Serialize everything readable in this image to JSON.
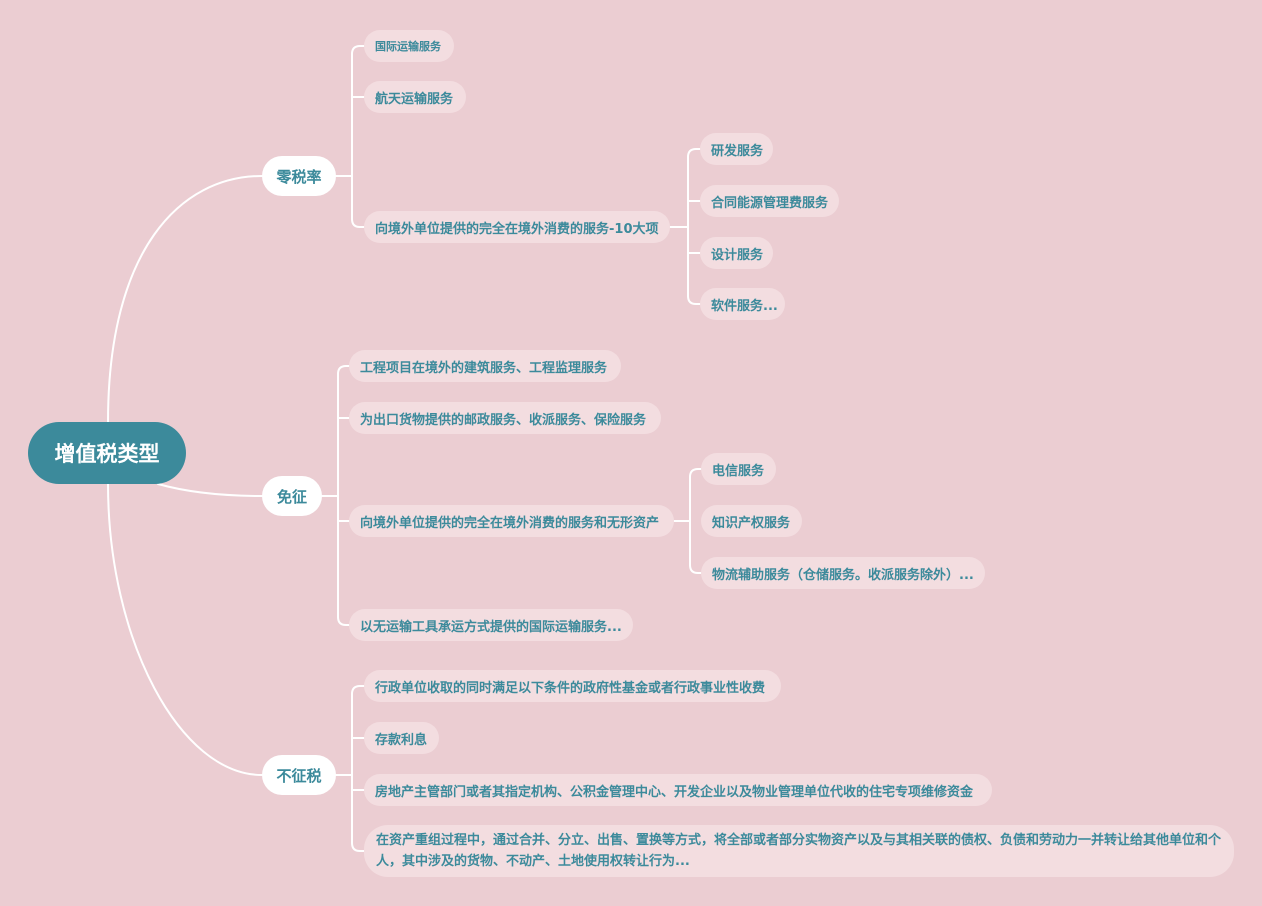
{
  "root": {
    "label": "增值税类型"
  },
  "branches": [
    {
      "label": "零税率",
      "children": [
        {
          "label": "国际运输服务"
        },
        {
          "label": "航天运输服务"
        },
        {
          "label": "向境外单位提供的完全在境外消费的服务-10大项",
          "children": [
            {
              "label": "研发服务"
            },
            {
              "label": "合同能源管理费服务"
            },
            {
              "label": "设计服务"
            },
            {
              "label": "软件服务..."
            }
          ]
        }
      ]
    },
    {
      "label": "免征",
      "children": [
        {
          "label": "工程项目在境外的建筑服务、工程监理服务"
        },
        {
          "label": "为出口货物提供的邮政服务、收派服务、保险服务"
        },
        {
          "label": "向境外单位提供的完全在境外消费的服务和无形资产",
          "children": [
            {
              "label": "电信服务"
            },
            {
              "label": "知识产权服务"
            },
            {
              "label": "物流辅助服务（仓储服务。收派服务除外）..."
            }
          ]
        },
        {
          "label": "以无运输工具承运方式提供的国际运输服务..."
        }
      ]
    },
    {
      "label": "不征税",
      "children": [
        {
          "label": "行政单位收取的同时满足以下条件的政府性基金或者行政事业性收费"
        },
        {
          "label": "存款利息"
        },
        {
          "label": "房地产主管部门或者其指定机构、公积金管理中心、开发企业以及物业管理单位代收的住宅专项维修资金"
        },
        {
          "label": "在资产重组过程中，通过合并、分立、出售、置换等方式，将全部或者部分实物资产以及与其相关联的债权、负债和劳动力一并转让给其他单位和个人，其中涉及的货物、不动产、土地使用权转让行为..."
        }
      ]
    }
  ]
}
